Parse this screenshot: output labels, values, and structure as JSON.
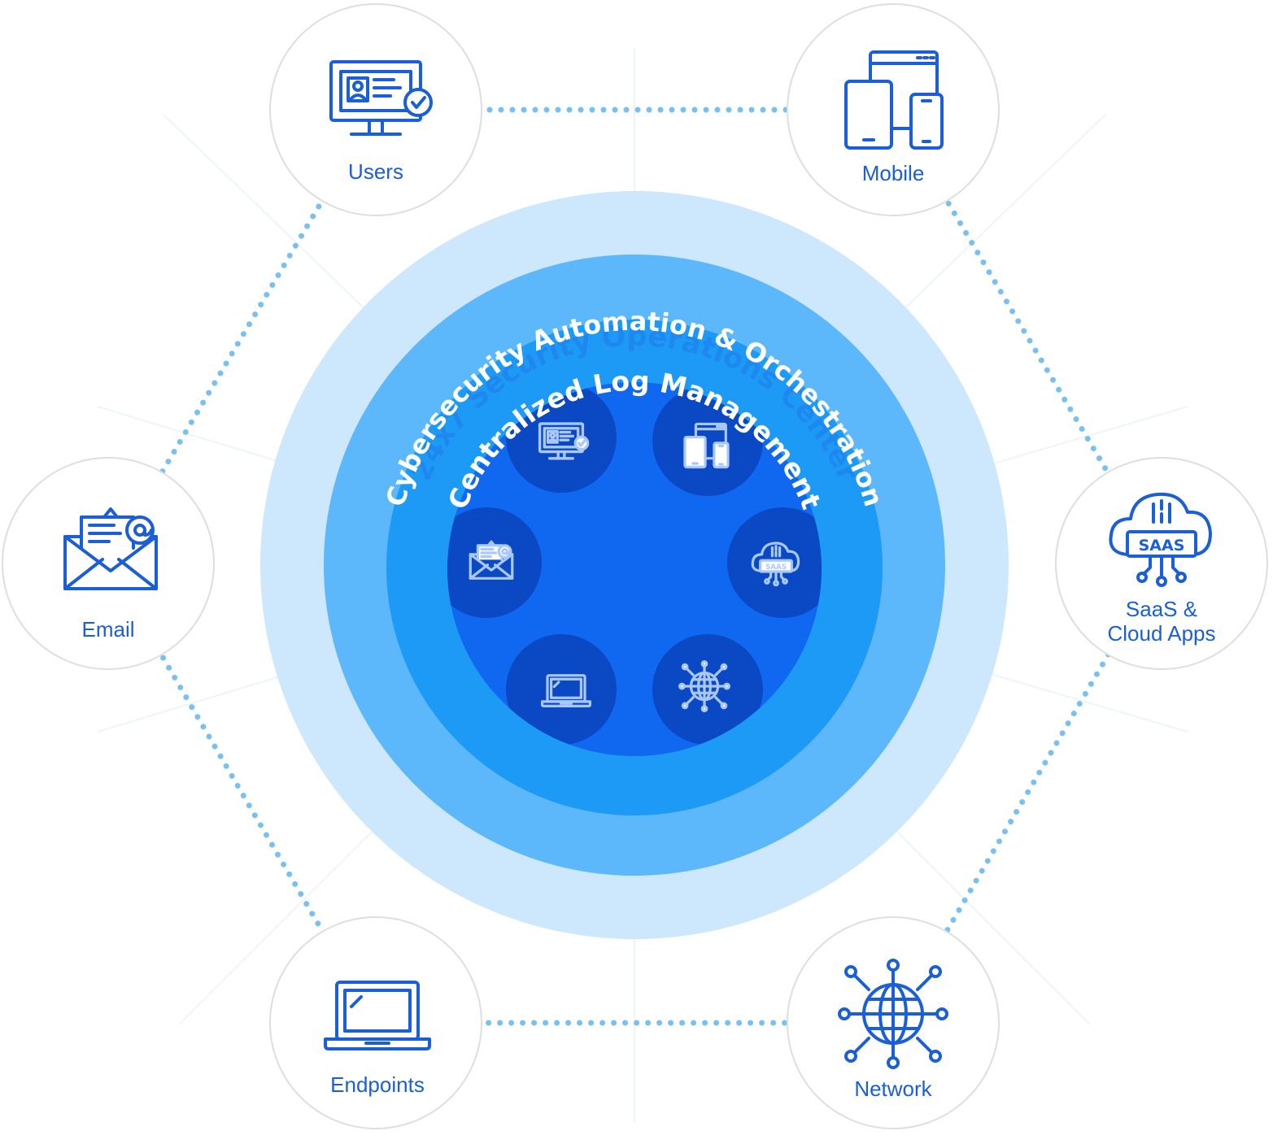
{
  "rings": {
    "outer_label": "24x7 Security Operations Center",
    "middle_label": "Cybersecurity Automation & Orchestration",
    "inner_label": "Centralized Log Management"
  },
  "nodes": {
    "users": {
      "label": "Users",
      "icon": "monitor-user-icon"
    },
    "mobile": {
      "label": "Mobile",
      "icon": "devices-icon"
    },
    "saas": {
      "label_line1": "SaaS &",
      "label_line2": "Cloud Apps",
      "icon": "saas-cloud-icon"
    },
    "network": {
      "label": "Network",
      "icon": "globe-network-icon"
    },
    "endpoints": {
      "label": "Endpoints",
      "icon": "laptop-icon"
    },
    "email": {
      "label": "Email",
      "icon": "envelope-icon"
    }
  },
  "colors": {
    "outer_ring": "#cde7fc",
    "middle_ring": "#5db7fb",
    "inner_ring": "#1d9af5",
    "core": "#1068f0",
    "core_dots": "#0a48c4",
    "node_icon": "#1a5fd6",
    "outer_text": "#1e88f0",
    "dotted_path": "#79c0f2"
  }
}
